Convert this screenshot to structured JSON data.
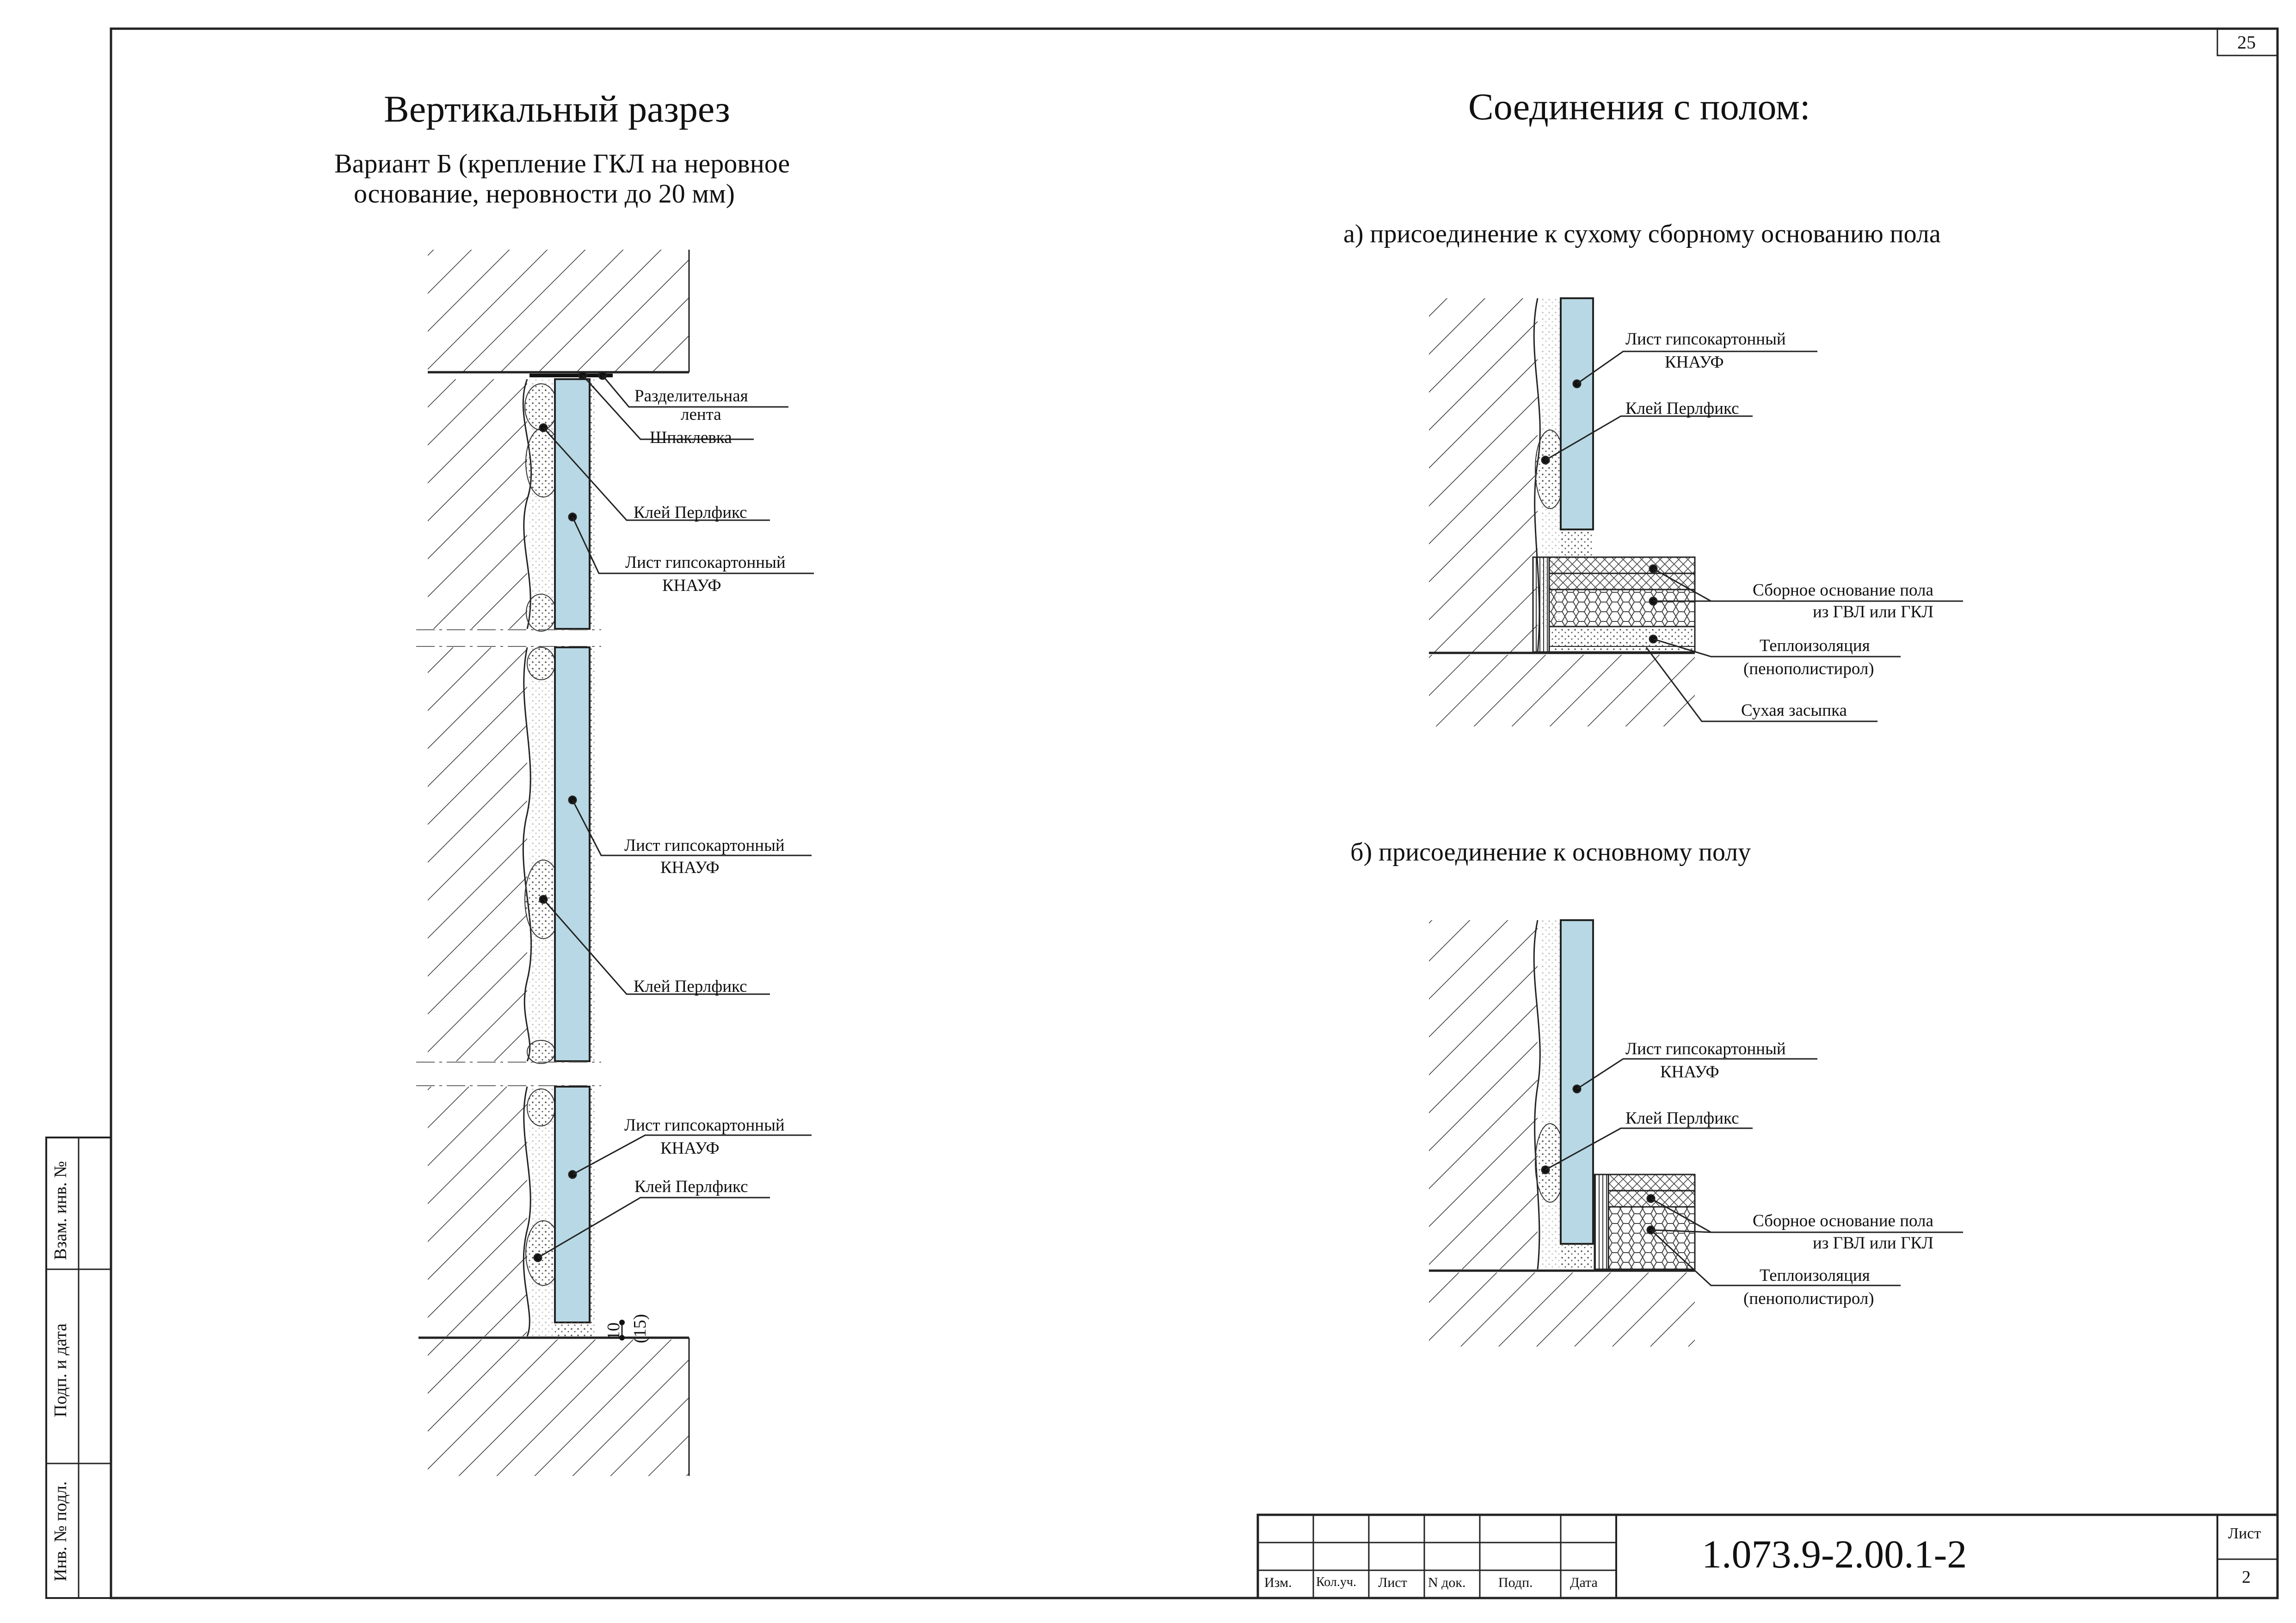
{
  "sheet_number_top": "25",
  "left": {
    "title": "Вертикальный разрез",
    "subtitle_line1": "Вариант Б (крепление ГКЛ на неровное",
    "subtitle_line2": "основание, неровности до 20 мм)",
    "labels": {
      "tape_line1": "Разделительная",
      "tape_line2": "лента",
      "putty": "Шпаклевка",
      "glue1": "Клей Перлфикс",
      "sheet1_line1": "Лист гипсокартонный",
      "sheet1_line2": "КНАУФ",
      "sheet2_line1": "Лист гипсокартонный",
      "sheet2_line2": "КНАУФ",
      "glue2": "Клей Перлфикс",
      "sheet3_line1": "Лист гипсокартонный",
      "sheet3_line2": "КНАУФ",
      "glue3": "Клей Перлфикс",
      "dim_10": "10",
      "dim_15": "(15)"
    }
  },
  "right": {
    "title": "Соединения с полом:",
    "case_a": {
      "heading": "а)  присоединение к сухому сборному основанию пола",
      "sheet_line1": "Лист гипсокартонный",
      "sheet_line2": "КНАУФ",
      "glue": "Клей Перлфикс",
      "base_line1": "Сборное основание пола",
      "base_line2": "из ГВЛ или ГКЛ",
      "insul_line1": "Теплоизоляция",
      "insul_line2": "(пенополистирол)",
      "fill": "Сухая засыпка"
    },
    "case_b": {
      "heading": "б)  присоединение к основному полу",
      "sheet_line1": "Лист гипсокартонный",
      "sheet_line2": "КНАУФ",
      "glue": "Клей Перлфикс",
      "base_line1": "Сборное основание пола",
      "base_line2": "из ГВЛ или ГКЛ",
      "insul_line1": "Теплоизоляция",
      "insul_line2": "(пенополистирол)"
    }
  },
  "side_stamp": {
    "inv_podl": "Инв. № подл.",
    "podp_data": "Подп. и дата",
    "vzam_inv": "Взам. инв. №"
  },
  "title_block": {
    "columns": [
      "Изм.",
      "Кол.уч.",
      "Лист",
      "N док.",
      "Подп.",
      "Дата"
    ],
    "document_code": "1.073.9-2.00.1-2",
    "list_label": "Лист",
    "list_number": "2"
  },
  "colors": {
    "gypsum_board": "#b7d8e4",
    "lines": "#222222",
    "background": "#ffffff"
  }
}
